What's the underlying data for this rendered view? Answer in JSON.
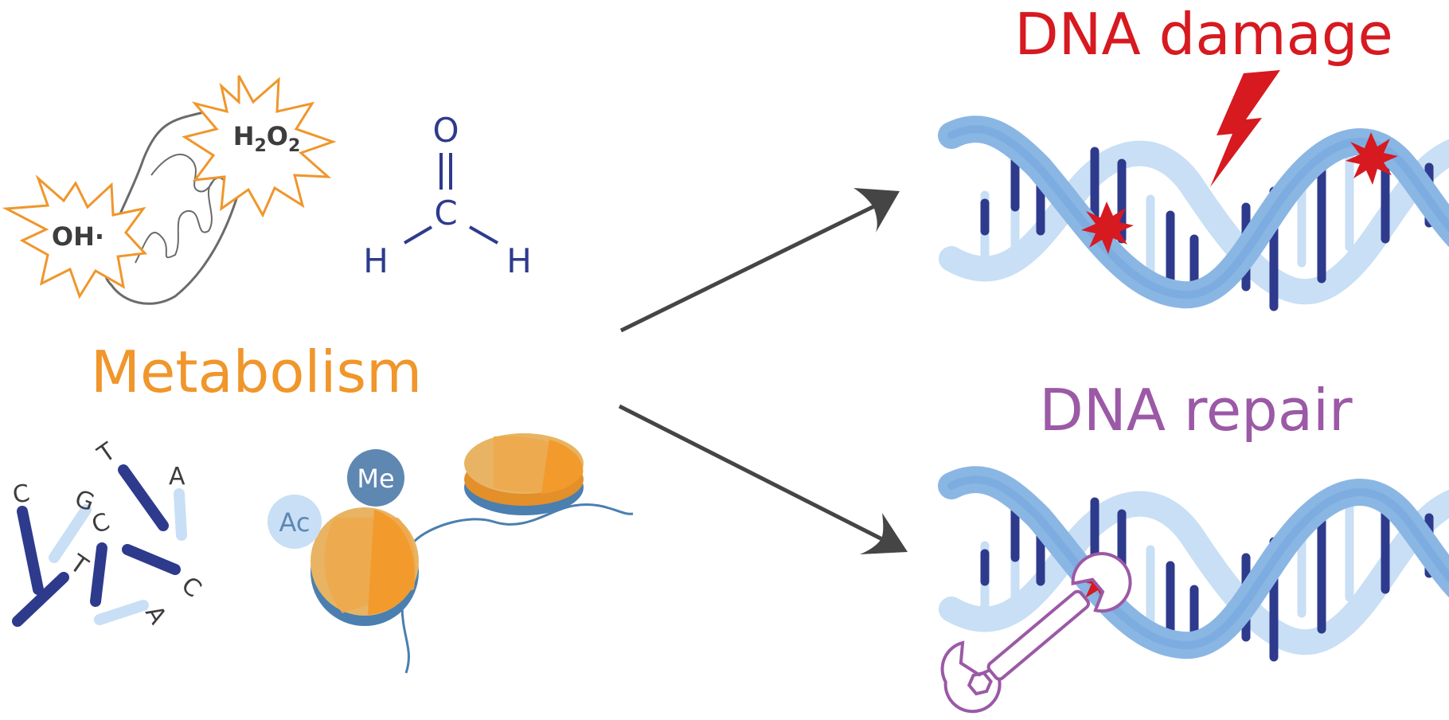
{
  "metabolism": {
    "title": "Metabolism",
    "ros": {
      "oh_label": "OH·",
      "h2o2_label": "H2O2"
    },
    "formaldehyde": {
      "o": "O",
      "c": "C",
      "h_left": "H",
      "h_right": "H"
    },
    "nucleotides": [
      "C",
      "G",
      "T",
      "A",
      "C",
      "T",
      "C",
      "A"
    ],
    "histone_marks": {
      "methyl": "Me",
      "acetyl": "Ac"
    }
  },
  "outcomes": {
    "damage": {
      "title": "DNA damage"
    },
    "repair": {
      "title": "DNA repair"
    }
  },
  "colors": {
    "metabolism": "#F0962B",
    "damage": "#D71920",
    "repair": "#9B59A6",
    "navy": "#2E3A8C",
    "arrow": "#454545"
  },
  "icons": [
    "mitochondrion-icon",
    "lightning-bolt-icon",
    "lesion-burst-icon",
    "wrench-icon",
    "nucleosome-icon"
  ]
}
